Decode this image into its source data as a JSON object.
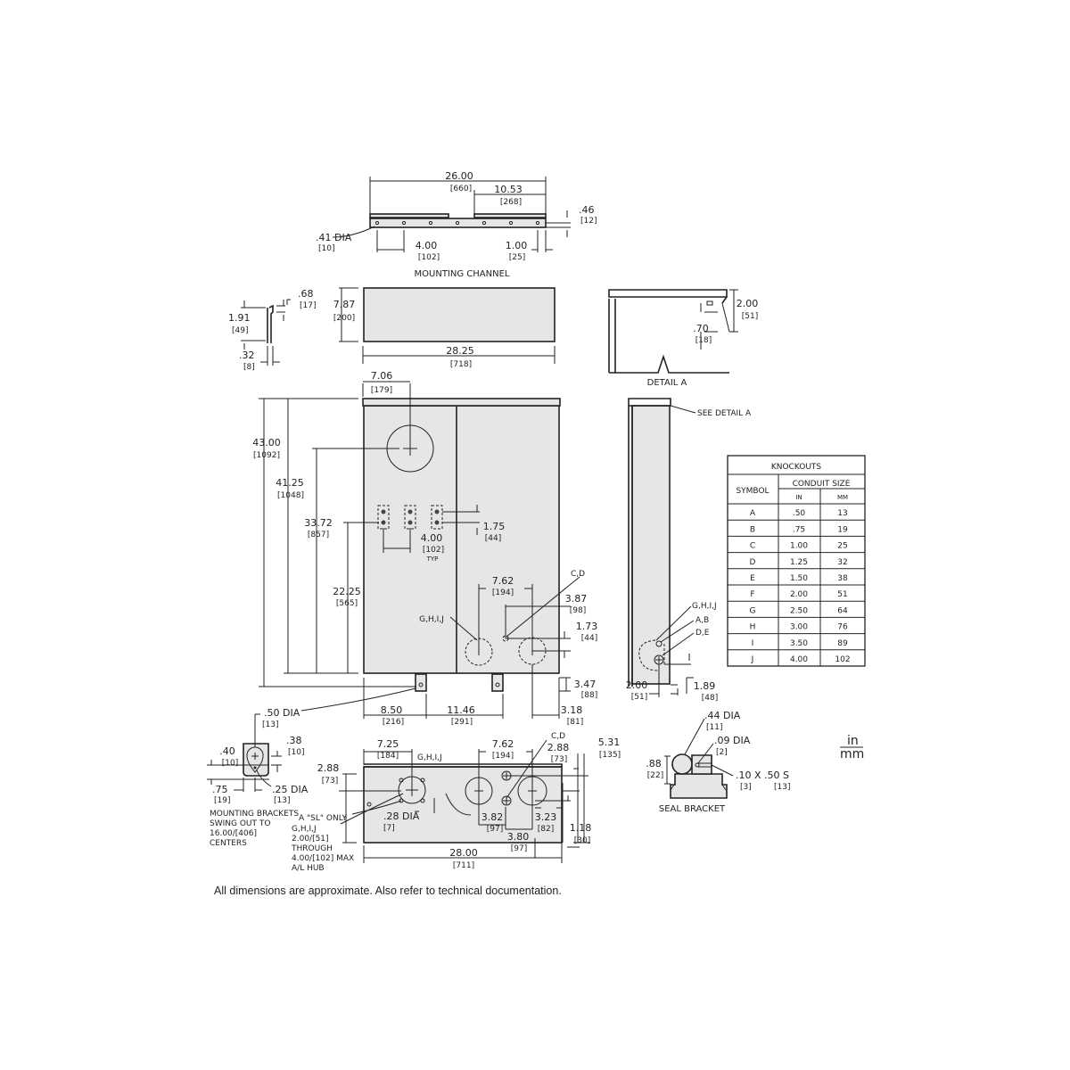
{
  "mounting_channel": {
    "title": "MOUNTING CHANNEL",
    "overall": "26.00",
    "overall_mm": "[660]",
    "right": "10.53",
    "right_mm": "[268]",
    "height": ".46",
    "height_mm": "[12]",
    "hole_dia": ".41  DIA",
    "hole_dia_mm": "[10]",
    "pitch": "4.00",
    "pitch_mm": "[102]",
    "end": "1.00",
    "end_mm": "[25]"
  },
  "bracket_profile": {
    "a": ".68",
    "a_mm": "[17]",
    "b": "1.91",
    "b_mm": "[49]",
    "c": ".32",
    "c_mm": "[8]"
  },
  "top_view": {
    "depth": "7.87",
    "depth_mm": "[200]",
    "width": "28.25",
    "width_mm": "[718]"
  },
  "detail_a": {
    "title": "DETAIL  A",
    "h": "2.00",
    "h_mm": "[51]",
    "g": ".70",
    "g_mm": "[18]"
  },
  "front_view": {
    "d43": "43.00",
    "d43_mm": "[1092]",
    "d41": "41.25",
    "d41_mm": "[1048]",
    "d33": "33.72",
    "d33_mm": "[857]",
    "d22": "22.25",
    "d22_mm": "[565]",
    "d7": "7.06",
    "d7_mm": "[179]",
    "d175": "1.75",
    "d175_mm": "[44]",
    "d4": "4.00",
    "d4_mm": "[102]",
    "typ": "TYP",
    "d762": "7.62",
    "d762_mm": "[194]",
    "d387": "3.87",
    "d387_mm": "[98]",
    "ghij": "G,H,I,J",
    "cd": "C,D",
    "d173": "1.73",
    "d173_mm": "[44]",
    "d347": "3.47",
    "d347_mm": "[88]",
    "d850": "8.50",
    "d850_mm": "[216]",
    "d1146": "11.46",
    "d1146_mm": "[291]",
    "d318": "3.18",
    "d318_mm": "[81]",
    "tab_dia": ".50  DIA",
    "tab_dia_mm": "[13]"
  },
  "side_view": {
    "see": "SEE  DETAIL  A",
    "ghij": "G,H,I,J",
    "ab": "A,B",
    "de": "D,E",
    "d200": "2.00",
    "d200_mm": "[51]",
    "d189": "1.89",
    "d189_mm": "[48]"
  },
  "knockouts": {
    "title": "KNOCKOUTS",
    "symbol": "SYMBOL",
    "conduit": "CONDUIT  SIZE",
    "in": "IN",
    "mm": "MM",
    "rows": [
      [
        "A",
        ".50",
        "13"
      ],
      [
        "B",
        ".75",
        "19"
      ],
      [
        "C",
        "1.00",
        "25"
      ],
      [
        "D",
        "1.25",
        "32"
      ],
      [
        "E",
        "1.50",
        "38"
      ],
      [
        "F",
        "2.00",
        "51"
      ],
      [
        "G",
        "2.50",
        "64"
      ],
      [
        "H",
        "3.00",
        "76"
      ],
      [
        "I",
        "3.50",
        "89"
      ],
      [
        "J",
        "4.00",
        "102"
      ]
    ]
  },
  "mounting_bracket": {
    "a": ".40",
    "a_mm": "[10]",
    "b": ".38",
    "b_mm": "[10]",
    "c": ".75",
    "c_mm": "[19]",
    "dia": ".25  DIA",
    "dia_mm": "[13]",
    "note": [
      "MOUNTING  BRACKETS",
      "SWING  OUT  TO",
      "16.00/[406]",
      "CENTERS"
    ]
  },
  "bottom_view": {
    "d725": "7.25",
    "d725_mm": "[184]",
    "ghij": "G,H,I,J",
    "d762": "7.62",
    "d762_mm": "[194]",
    "cd": "C,D",
    "d288r": "2.88",
    "d288r_mm": "[73]",
    "d531": "5.31",
    "d531_mm": "[135]",
    "d288l": "2.88",
    "d288l_mm": "[73]",
    "sl": "A  \"SL\"  ONLY",
    "hub": [
      "G,H,I,J",
      "2.00/[51]",
      "THROUGH",
      "4.00/[102]  MAX",
      "A/L  HUB"
    ],
    "d28": ".28  DIA",
    "d28_mm": "[7]",
    "d382": "3.82",
    "d382_mm": "[97]",
    "d380": "3.80",
    "d380_mm": "[97]",
    "d323": "3.23",
    "d323_mm": "[82]",
    "d118": "1.18",
    "d118_mm": "[30]",
    "d2800": "28.00",
    "d2800_mm": "[711]"
  },
  "seal_bracket": {
    "title": "SEAL  BRACKET",
    "d44": ".44  DIA",
    "d44_mm": "[11]",
    "d09": ".09  DIA",
    "d09_mm": "[2]",
    "slot": ".10  X  .50  S",
    "slot_a": "[3]",
    "slot_b": "[13]",
    "d88": ".88",
    "d88_mm": "[22]"
  },
  "units": {
    "in": "in",
    "mm": "mm"
  },
  "footer": "All dimensions are approximate. Also refer to technical documentation."
}
